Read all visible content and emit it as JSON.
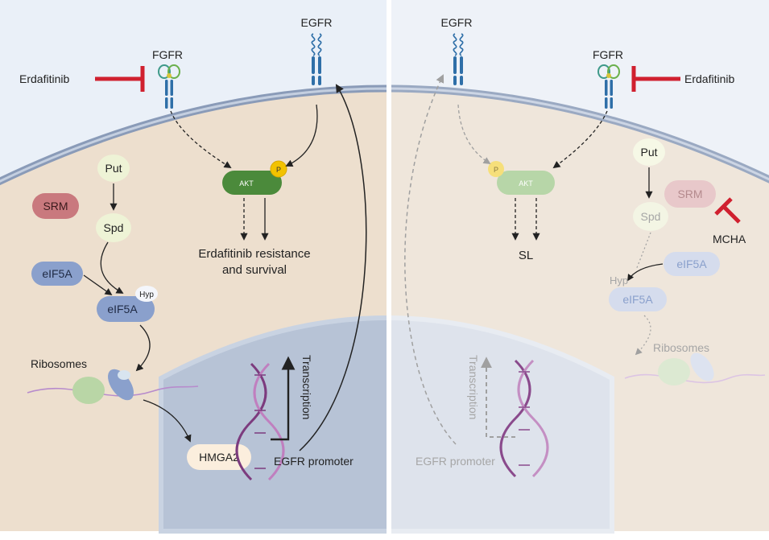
{
  "colors": {
    "extracellular": "#eaf0f8",
    "cytoplasm_left": "#eddfce",
    "cytoplasm_right": "#efe6db",
    "membrane": "#8a9bb8",
    "nucleus_left": "#b7c3d6",
    "nucleus_right": "#dee3ec",
    "inhibitor": "#d0202f",
    "akt_active": "#4b8a3b",
    "akt_faded": "#b7d6a8",
    "phospho": "#f2c200",
    "srm": "#c9797e",
    "eif5a": "#8aa0cc",
    "put_spd": "#eef3d6",
    "hmga2": "#fbeedd",
    "dna_strand": "#7c3b7e"
  },
  "icons": {
    "receptor": "receptor-icon",
    "inhibitor": "inhibitor-t-bar-icon",
    "ribosome": "ribosome-icon",
    "dna": "dna-helix-icon"
  },
  "left": {
    "egfr_label": "EGFR",
    "fgfr_label": "FGFR",
    "drug_label": "Erdafitinib",
    "akt_label": "AKT",
    "phospho_label": "P",
    "outcome_line1": "Erdafitinib resistance",
    "outcome_line2": "and survival",
    "put_label": "Put",
    "spd_label": "Spd",
    "srm_label": "SRM",
    "eif5a_label": "eIF5A",
    "eif5a_hyp_label": "eIF5A",
    "hyp_label": "Hyp",
    "ribosomes_label": "Ribosomes",
    "hmga2_label": "HMGA2",
    "promoter_label": "EGFR promoter",
    "transcription_label": "Transcription"
  },
  "right": {
    "egfr_label": "EGFR",
    "fgfr_label": "FGFR",
    "drug_label": "Erdafitinib",
    "akt_label": "AKT",
    "phospho_label": "P",
    "outcome_label": "SL",
    "put_label": "Put",
    "spd_label": "Spd",
    "srm_label": "SRM",
    "inhibitor2_label": "MCHA",
    "eif5a_label": "eIF5A",
    "eif5a_hyp_label": "eIF5A",
    "hyp_label": "Hyp",
    "ribosomes_label": "Ribosomes",
    "promoter_label": "EGFR promoter",
    "transcription_label": "Transcription"
  }
}
